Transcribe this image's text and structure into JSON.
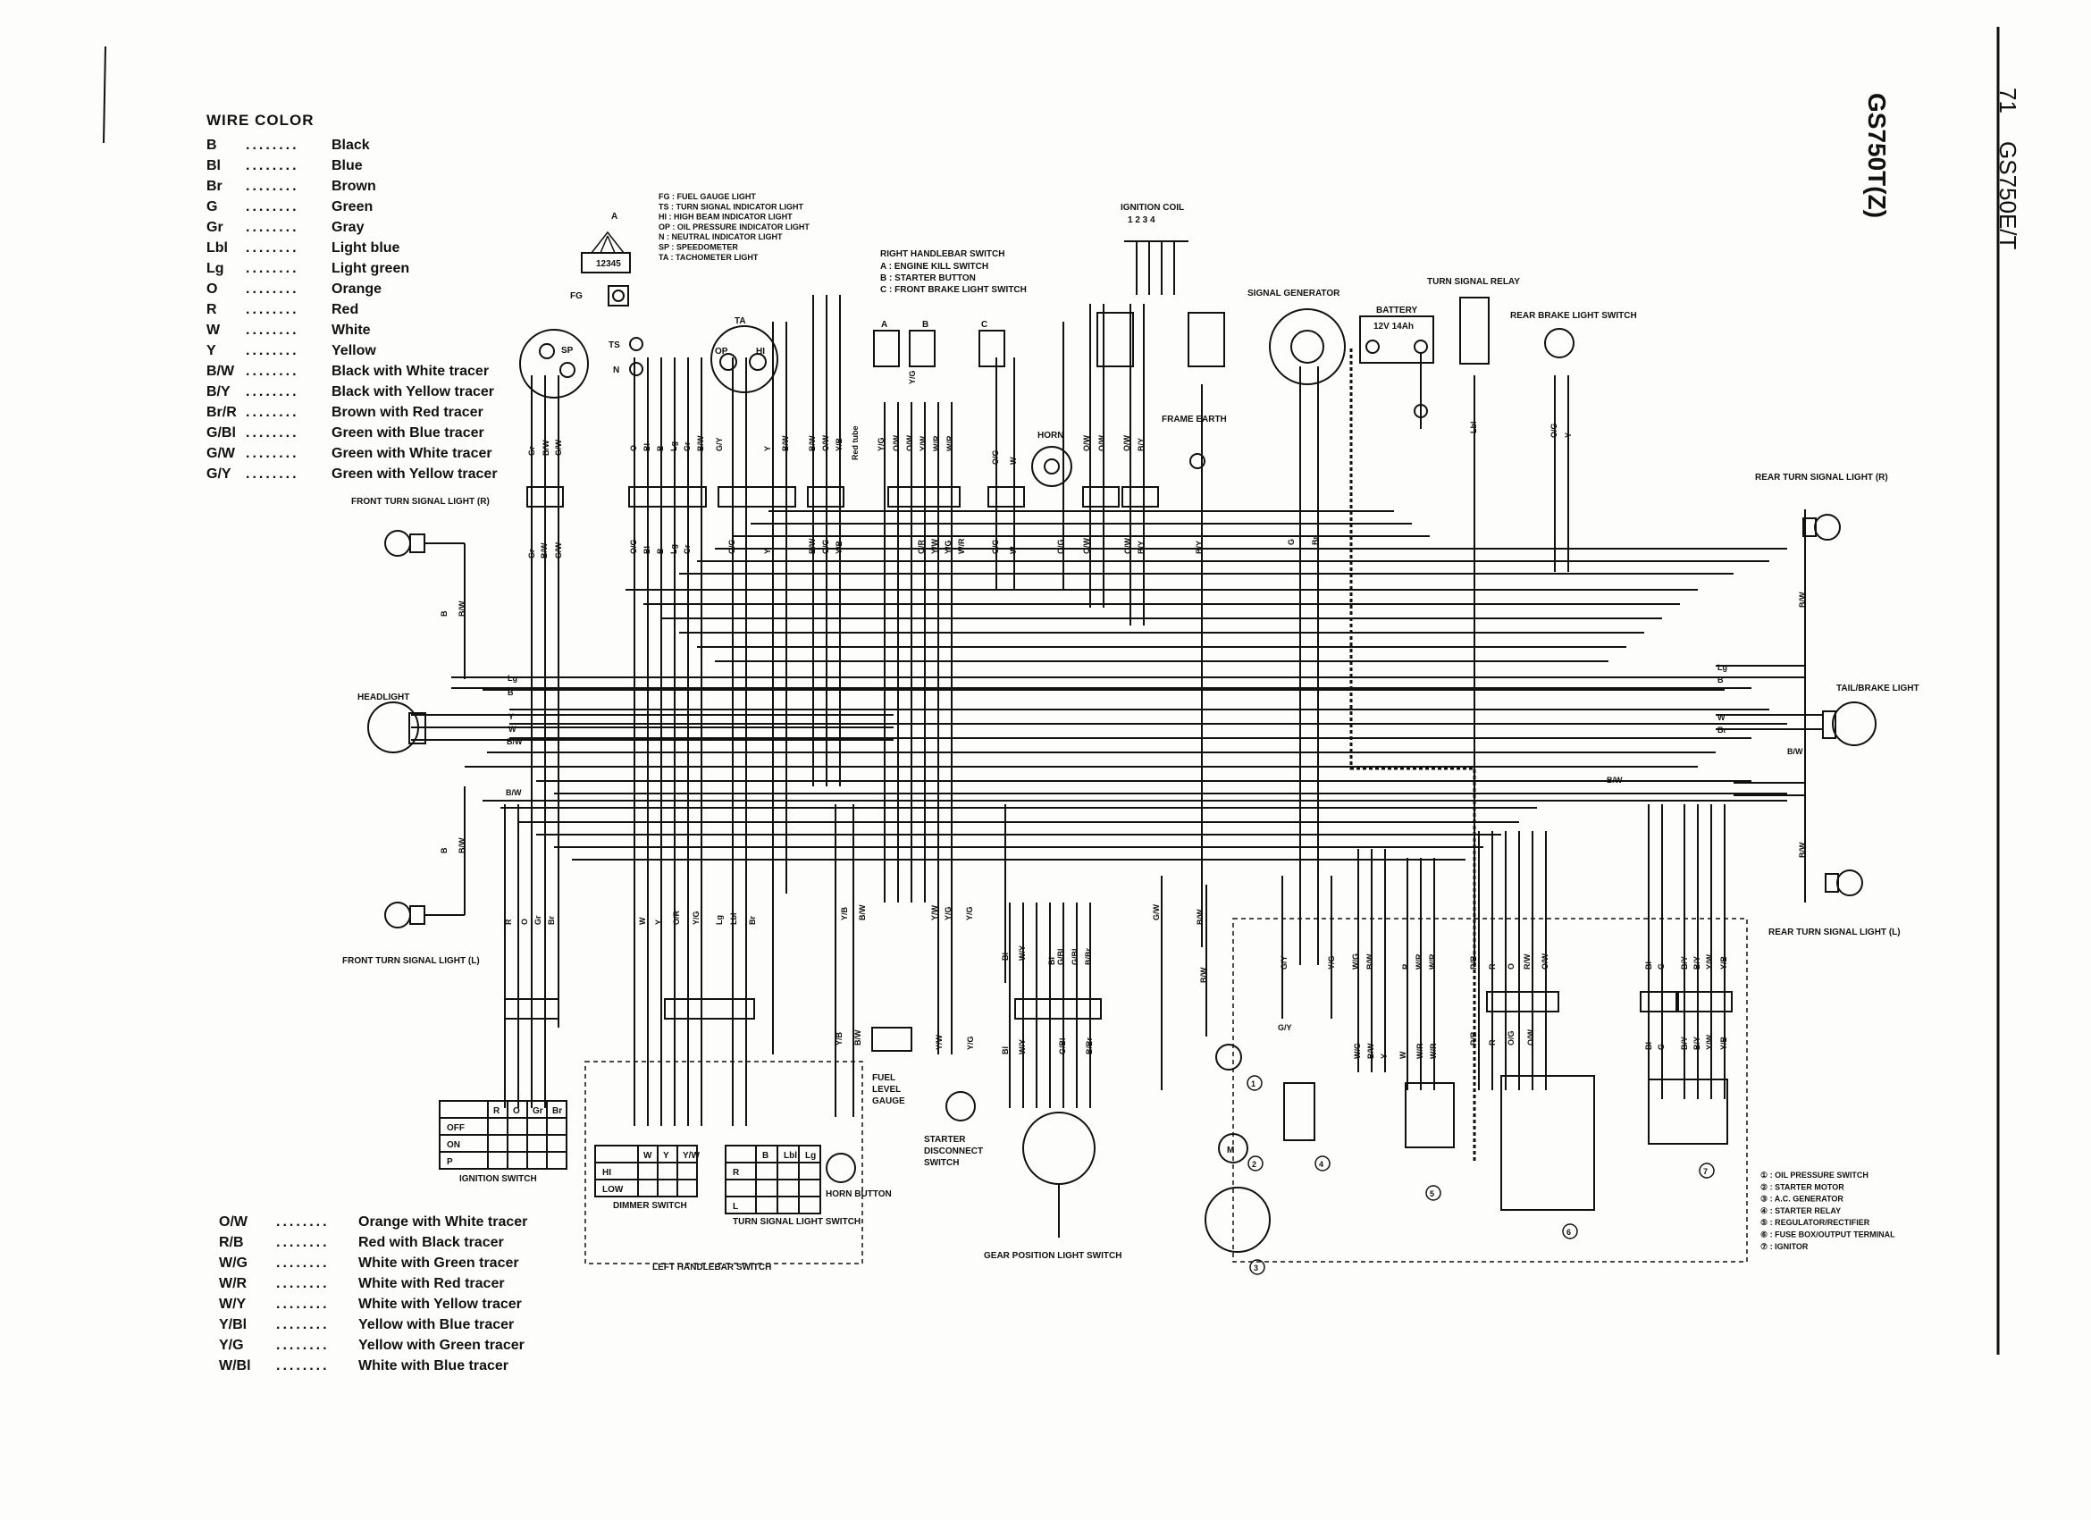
{
  "page": {
    "model_title": "GS750T(Z)",
    "page_number": "71",
    "page_heading": "GS750E/T"
  },
  "wire_color_legend": {
    "title": "WIRE COLOR",
    "items": [
      {
        "code": "B",
        "name": "Black"
      },
      {
        "code": "Bl",
        "name": "Blue"
      },
      {
        "code": "Br",
        "name": "Brown"
      },
      {
        "code": "G",
        "name": "Green"
      },
      {
        "code": "Gr",
        "name": "Gray"
      },
      {
        "code": "Lbl",
        "name": "Light blue"
      },
      {
        "code": "Lg",
        "name": "Light green"
      },
      {
        "code": "O",
        "name": "Orange"
      },
      {
        "code": "R",
        "name": "Red"
      },
      {
        "code": "W",
        "name": "White"
      },
      {
        "code": "Y",
        "name": "Yellow"
      },
      {
        "code": "B/W",
        "name": "Black with White tracer"
      },
      {
        "code": "B/Y",
        "name": "Black with Yellow tracer"
      },
      {
        "code": "Br/R",
        "name": "Brown with Red tracer"
      },
      {
        "code": "G/Bl",
        "name": "Green with Blue tracer"
      },
      {
        "code": "G/W",
        "name": "Green with White tracer"
      },
      {
        "code": "G/Y",
        "name": "Green with Yellow tracer"
      }
    ],
    "extra_items": [
      {
        "code": "O/W",
        "name": "Orange with White tracer"
      },
      {
        "code": "R/B",
        "name": "Red with Black tracer"
      },
      {
        "code": "W/G",
        "name": "White with Green tracer"
      },
      {
        "code": "W/R",
        "name": "White with Red tracer"
      },
      {
        "code": "W/Y",
        "name": "White with Yellow tracer"
      },
      {
        "code": "Y/Bl",
        "name": "Yellow with Blue tracer"
      },
      {
        "code": "Y/G",
        "name": "Yellow with Green tracer"
      },
      {
        "code": "W/Bl",
        "name": "White with Blue tracer"
      }
    ]
  },
  "meter_legend": {
    "items": [
      "FG : FUEL GAUGE LIGHT",
      "TS : TURN SIGNAL INDICATOR LIGHT",
      "HI : HIGH BEAM INDICATOR LIGHT",
      "OP : OIL PRESSURE INDICATOR LIGHT",
      "N : NEUTRAL INDICATOR LIGHT",
      "SP : SPEEDOMETER",
      "TA : TACHOMETER LIGHT"
    ],
    "connector_label": "A",
    "connector_pins": "12345"
  },
  "right_handlebar_legend": {
    "title": "RIGHT HANDLEBAR SWITCH",
    "items": [
      "A : ENGINE KILL SWITCH",
      "B : STARTER BUTTON",
      "C : FRONT BRAKE LIGHT SWITCH"
    ]
  },
  "numbered_legend": {
    "items": [
      "① : OIL PRESSURE SWITCH",
      "② : STARTER MOTOR",
      "③ : A.C. GENERATOR",
      "④ : STARTER RELAY",
      "⑤ : REGULATOR/RECTIFIER",
      "⑥ : FUSE BOX/OUTPUT TERMINAL",
      "⑦ : IGNITOR"
    ]
  },
  "components": {
    "ignition_coil": "IGNITION COIL",
    "ignition_coil_pins": "1 2 3 4",
    "signal_generator": "SIGNAL GENERATOR",
    "battery": "BATTERY",
    "battery_rating": "12V 14Ah",
    "turn_signal_relay": "TURN SIGNAL RELAY",
    "rear_brake_light_switch": "REAR BRAKE LIGHT SWITCH",
    "horn": "HORN",
    "frame_earth": "FRAME EARTH",
    "front_turn_signal_r": "FRONT TURN SIGNAL LIGHT (R)",
    "front_turn_signal_l": "FRONT TURN SIGNAL LIGHT (L)",
    "headlight": "HEADLIGHT",
    "rear_turn_signal_r": "REAR TURN SIGNAL LIGHT (R)",
    "rear_turn_signal_l": "REAR TURN SIGNAL LIGHT (L)",
    "tail_brake_light": "TAIL/BRAKE LIGHT",
    "ignition_switch": "IGNITION SWITCH",
    "dimmer_switch": "DIMMER SWITCH",
    "turn_signal_light_switch": "TURN SIGNAL LIGHT SWITCH",
    "horn_button": "HORN BUTTON",
    "left_handlebar_switch": "LEFT HANDLEBAR SWITCH",
    "fuel_level_gauge": "FUEL LEVEL GAUGE",
    "starter_disconnect_switch": "STARTER DISCONNECT SWITCH",
    "gear_position_light_switch": "GEAR POSITION LIGHT SWITCH",
    "red_tube": "Red tube"
  },
  "ignition_switch_table": {
    "headers": [
      "R",
      "O",
      "Gr",
      "Br"
    ],
    "rows": [
      "OFF",
      "ON",
      "P"
    ]
  },
  "dimmer_switch_table": {
    "headers": [
      "W",
      "Y",
      "Y/W"
    ],
    "rows": [
      "HI",
      "LOW"
    ]
  },
  "turn_signal_table": {
    "headers": [
      "B",
      "Lbl",
      "Lg"
    ],
    "rows": [
      "R",
      "",
      "L"
    ]
  },
  "meter_labels": {
    "fg": "FG",
    "ts": "TS",
    "n": "N",
    "sp": "SP",
    "op": "OP",
    "hi": "HI",
    "ta": "TA"
  }
}
